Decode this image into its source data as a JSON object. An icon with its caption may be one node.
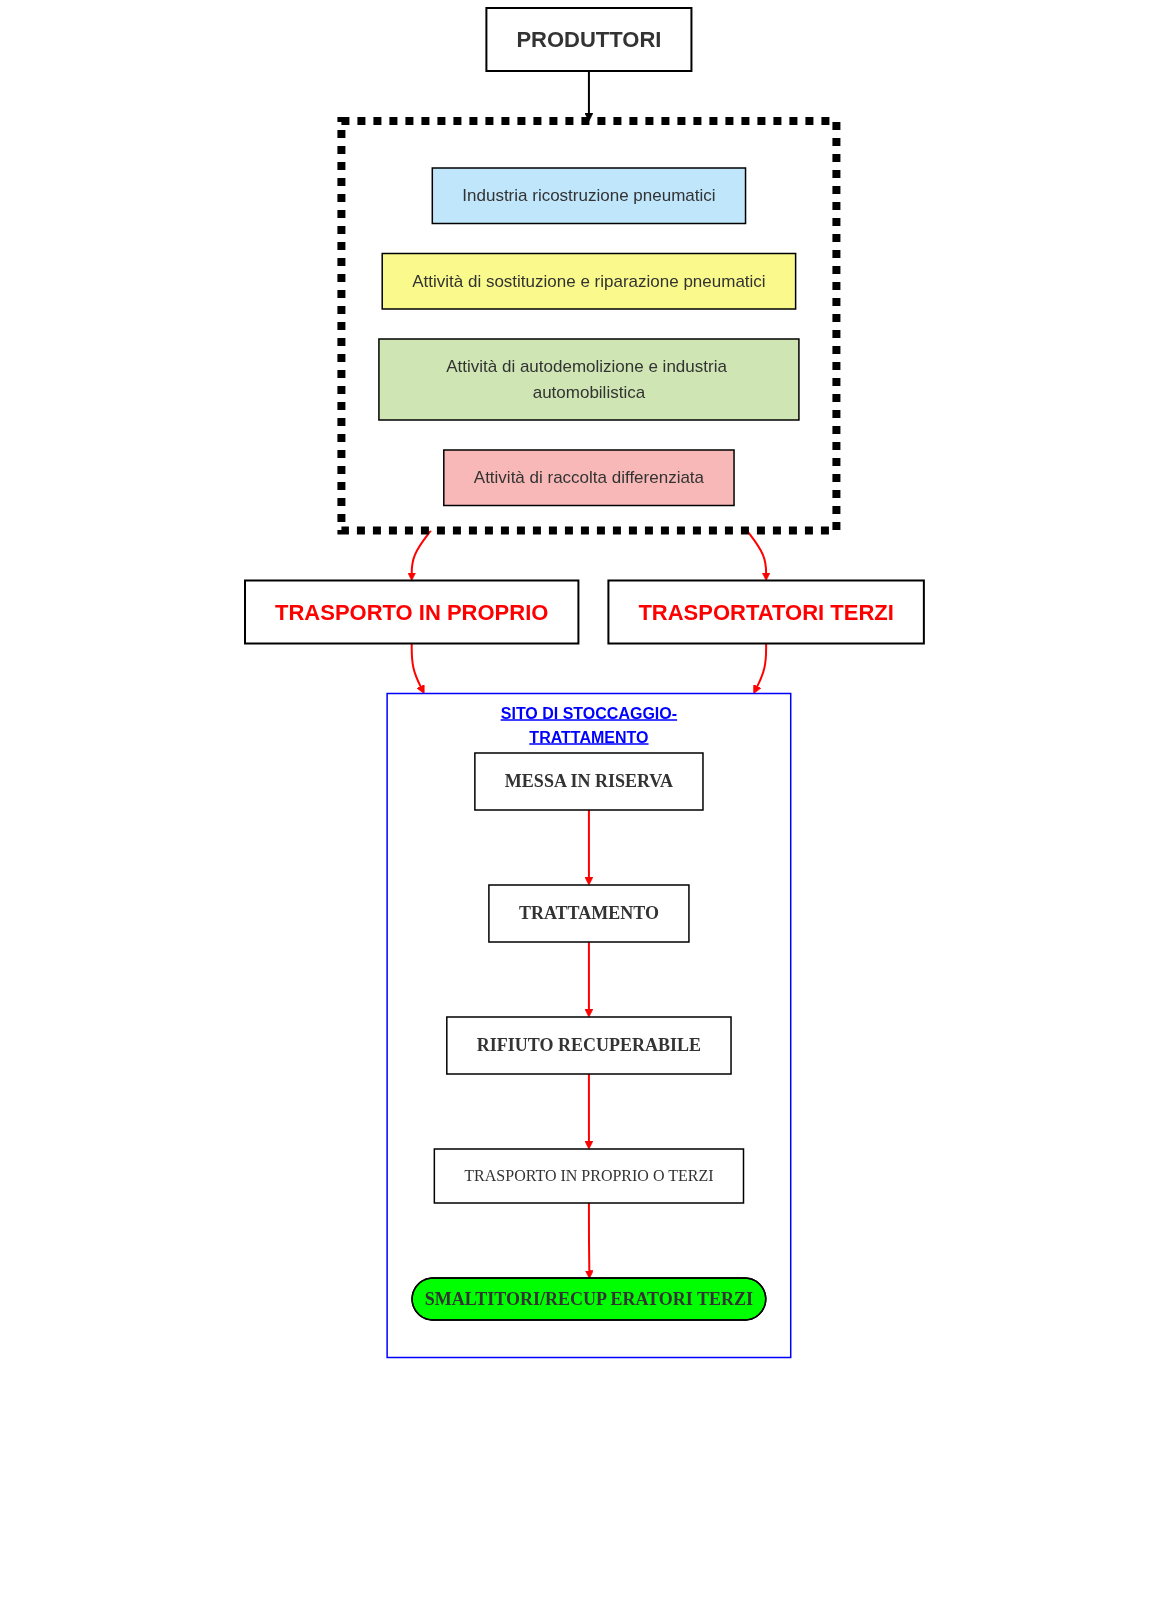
{
  "diagram": {
    "nodes": [
      {
        "text": [
          "PRODUTTORI"
        ]
      },
      {
        "text": [],
        "shape": "box"
      },
      {
        "text": [
          "Industria ricostruzione pneumatici"
        ],
        "in": 1
      },
      {
        "text": [
          "Attività di sostituzione e riparazione pneumatici"
        ],
        "in": 1
      },
      {
        "text": [
          "Attività di autodemolizione e industria automobilistica"
        ],
        "in": 1
      },
      {
        "text": [
          "Attività di raccolta differenziata"
        ],
        "in": 1
      },
      {
        "text": [
          "TRASPORTO IN PROPRIO"
        ]
      },
      {
        "text": [
          "TRASPORTATORI TERZI"
        ]
      },
      {
        "text": [
          "SITO DI STOCCAGGIO-TRATTAMENTO"
        ]
      },
      {
        "text": [
          "MESSA IN RISERVA"
        ],
        "in": 8
      },
      {
        "text": [
          "TRATTAMENTO"
        ],
        "in": 8
      },
      {
        "text": [
          "RIFIUTO RECUPERABILE"
        ],
        "in": 8
      },
      {
        "text": [
          "TRASPORTO IN PROPRIO O TERZI"
        ],
        "in": 8
      },
      {
        "text": [
          "SMALTITORI/RECUP ERATORI TERZI"
        ],
        "in": 8
      }
    ],
    "edges": [
      {
        "from": 0,
        "to": 1,
        "arrow": "to",
        "color": "#000000"
      },
      {
        "from": 1,
        "to": 6,
        "arrow": "to"
      },
      {
        "from": 1,
        "to": 7,
        "arrow": "to"
      },
      {
        "from": 6,
        "to": 8,
        "arrow": "to"
      },
      {
        "from": 7,
        "to": 8,
        "arrow": "to"
      },
      {
        "from": 9,
        "to": 10,
        "arrow": "to"
      },
      {
        "from": 10,
        "to": 11,
        "arrow": "to"
      },
      {
        "from": 11,
        "to": 12,
        "arrow": "to"
      },
      {
        "from": 12,
        "to": 13,
        "arrow": "to"
      }
    ]
  }
}
